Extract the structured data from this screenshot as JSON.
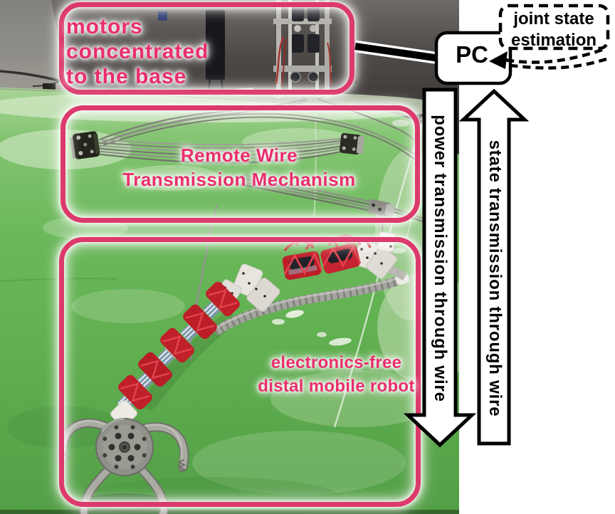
{
  "figure": {
    "boxes": {
      "motors": {
        "lines": [
          "motors",
          "concentrated",
          "to the base"
        ]
      },
      "wire": {
        "lines": [
          "Remote Wire",
          "Transmission Mechanism"
        ]
      },
      "robot": {
        "lines": [
          "electronics-free",
          "distal mobile robot"
        ]
      }
    },
    "flow": {
      "pc": "PC",
      "estimation_line1": "joint state",
      "estimation_line2": "estimation",
      "down_arrow_label": "power transmission through wire",
      "up_arrow_label": "state transmission through wire"
    },
    "colors": {
      "highlight_pink": "#dc3a6c",
      "label_pink": "#ea2e6e",
      "outline_black": "#000000",
      "panel_white": "#ffffff",
      "turf_green": "#65b256",
      "wall_gray": "#3e3a38"
    }
  }
}
